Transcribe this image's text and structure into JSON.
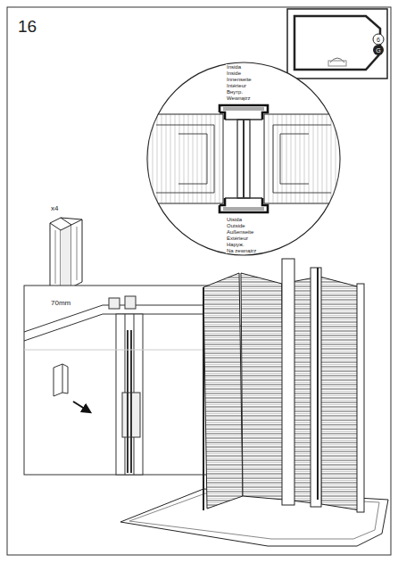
{
  "diagram": {
    "labels": [
      "16",
      "6",
      "G",
      "x4",
      "70mm",
      "Insida",
      "Inside",
      "Innenseite",
      "Intérieur",
      "Внутр.",
      "Wewnątrz",
      "Utsida",
      "Outside",
      "Außenseite",
      "Extérieur",
      "Наруж.",
      "Na zewnątrz"
    ]
  }
}
